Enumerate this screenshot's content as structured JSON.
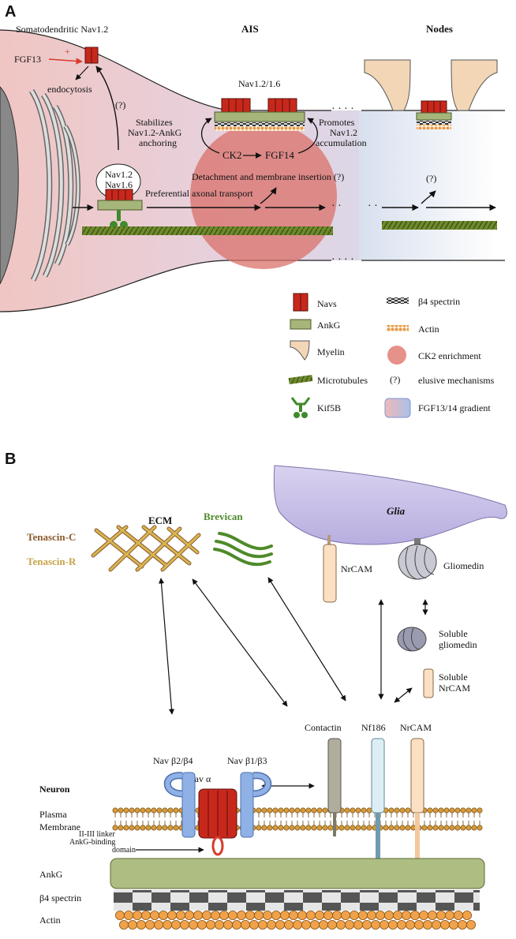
{
  "panelA": {
    "label": "A",
    "headings": {
      "soma": "Somatodendritic Nav1.2",
      "ais": "AIS",
      "nodes": "Nodes"
    },
    "texts": {
      "fgf13": "FGF13",
      "plus": "+",
      "endocytosis": "endocytosis",
      "q1": "(?)",
      "nav1216": "Nav1.2/1.6",
      "stab1": "Stabilizes",
      "stab2": "Nav1.2-AnkG",
      "stab3": "anchoring",
      "prom1": "Promotes",
      "prom2": "Nav1.2",
      "prom3": "accumulation",
      "ck2": "CK2",
      "fgf14": "FGF14",
      "detach": "Detachment and membrane insertion (?)",
      "bubble1": "Nav1.2",
      "bubble2": "Nav1.6",
      "transport": "Preferential axonal transport",
      "q2": "(?)"
    },
    "legend": [
      {
        "label": "Navs",
        "icon": "navs-icon"
      },
      {
        "label": "AnkG",
        "icon": "ankg-icon"
      },
      {
        "label": "Myelin",
        "icon": "myelin-icon"
      },
      {
        "label": "Microtubules",
        "icon": "microtubules-icon"
      },
      {
        "label": "Kif5B",
        "icon": "kif5b-icon"
      },
      {
        "label": "β4 spectrin",
        "icon": "spectrin-icon"
      },
      {
        "label": "Actin",
        "icon": "actin-icon"
      },
      {
        "label": "CK2 enrichment",
        "icon": "ck2-icon"
      },
      {
        "label": "elusive mechanisms",
        "icon": "question-icon",
        "glyph": "(?)"
      },
      {
        "label": "FGF13/14 gradient",
        "icon": "gradient-icon"
      }
    ]
  },
  "panelB": {
    "label": "B",
    "texts": {
      "ecm": "ECM",
      "tenascinC": "Tenascin-C",
      "tenascinR": "Tenascin-R",
      "brevican": "Brevican",
      "glia": "Glia",
      "nrcamGlia": "NrCAM",
      "gliomedin": "Gliomedin",
      "soluble1a": "Soluble",
      "soluble1b": "gliomedin",
      "soluble2a": "Soluble",
      "soluble2b": "NrCAM",
      "contactin": "Contactin",
      "nf186": "Nf186",
      "nrcam": "NrCAM",
      "navb24": "Nav β2/β4",
      "navalpha": "Nav α",
      "navb13": "Nav β1/β3",
      "neuron": "Neuron",
      "plasma1": "Plasma",
      "plasma2": "Membrane",
      "linker1": "II-III linker",
      "linker2": "AnkG-binding",
      "linker3": "domain",
      "ankg": "AnkG",
      "b4spectrin": "β4 spectrin",
      "actin": "Actin"
    },
    "colors": {
      "tenascinC": "#8b5a2b",
      "tenascinR": "#c9a449",
      "brevican": "#4e8a2a",
      "navRed": "#c8281c",
      "betaBlue": "#8fb1e6"
    }
  }
}
